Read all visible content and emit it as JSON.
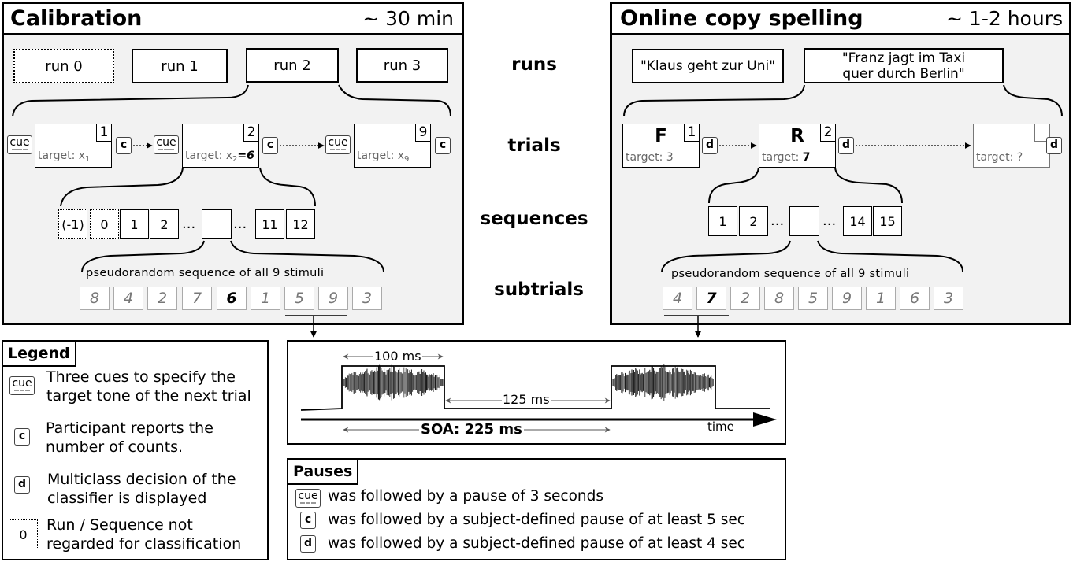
{
  "calibration": {
    "title": "Calibration",
    "duration": "~ 30 min",
    "runs": [
      "run 0",
      "run 1",
      "run 2",
      "run 3"
    ],
    "trials": [
      {
        "number": "1",
        "target_prefix": "target: x",
        "target_sub": "1",
        "target_value": ""
      },
      {
        "number": "2",
        "target_prefix": "target: x",
        "target_sub": "2",
        "target_value": "=6"
      },
      {
        "number": "9",
        "target_prefix": "target: x",
        "target_sub": "9",
        "target_value": ""
      }
    ],
    "sequences": [
      "(-1)",
      "0",
      "1",
      "2",
      "11",
      "12"
    ],
    "pseudo_label": "pseudorandom sequence of all 9 stimuli",
    "stimuli": [
      "8",
      "4",
      "2",
      "7",
      "6",
      "1",
      "5",
      "9",
      "3"
    ]
  },
  "online": {
    "title": "Online copy spelling",
    "duration": "~ 1-2 hours",
    "sentence_1": "\"Klaus geht zur Uni\"",
    "sentence_2_line1": "\"Franz jagt im Taxi",
    "sentence_2_line2": "quer durch Berlin\"",
    "trials": [
      {
        "letter": "F",
        "number": "1",
        "target_prefix": "target: ",
        "target_value": "3"
      },
      {
        "letter": "R",
        "number": "2",
        "target_prefix": "target: ",
        "target_value": "7"
      },
      {
        "letter": "",
        "number": "",
        "target_prefix": "target: ",
        "target_value": "?"
      }
    ],
    "sequences": [
      "1",
      "2",
      "14",
      "15"
    ],
    "pseudo_label": "pseudorandom sequence of all 9 stimuli",
    "stimuli": [
      "4",
      "7",
      "2",
      "8",
      "5",
      "9",
      "1",
      "6",
      "3"
    ]
  },
  "levels": {
    "runs": "runs",
    "trials": "trials",
    "sequences": "sequences",
    "subtrials": "subtrials"
  },
  "symbols": {
    "cue": "cue",
    "c": "c",
    "d": "d",
    "zero": "0",
    "ellipsis": "..."
  },
  "legend": {
    "title": "Legend",
    "items": [
      {
        "line1": "Three cues to specify the",
        "line2": "target tone of the next trial"
      },
      {
        "line1": "Participant reports the",
        "line2": "number of counts."
      },
      {
        "line1": "Multiclass decision of the",
        "line2": "classifier is displayed"
      },
      {
        "line1": "Run / Sequence not",
        "line2": "regarded for classification"
      }
    ]
  },
  "timing": {
    "duration_label": "100 ms",
    "isi_label": "125 ms",
    "soa_label": "SOA: 225 ms",
    "axis_label": "time"
  },
  "pauses": {
    "title": "Pauses",
    "items": [
      "was followed by a pause of 3 seconds",
      "was followed by a subject-defined pause of at least 5 sec",
      "was followed by a subject-defined pause of at least 4 sec"
    ]
  }
}
